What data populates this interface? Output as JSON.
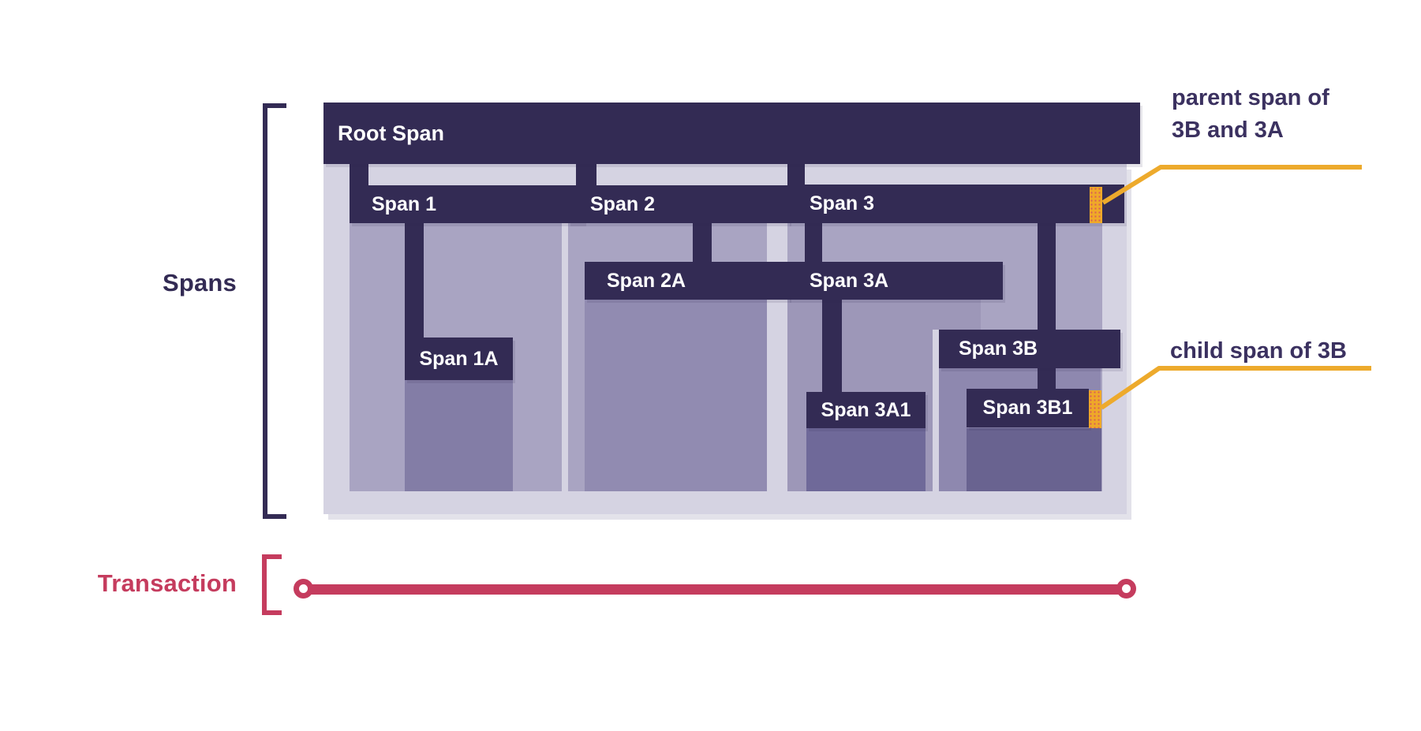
{
  "side_labels": {
    "spans": "Spans",
    "transaction": "Transaction"
  },
  "spans": {
    "root": "Root Span",
    "s1": "Span 1",
    "s1a": "Span 1A",
    "s2": "Span 2",
    "s2a": "Span 2A",
    "s3": "Span 3",
    "s3a": "Span 3A",
    "s3a1": "Span 3A1",
    "s3b": "Span 3B",
    "s3b1": "Span 3B1"
  },
  "annotations": {
    "parent_line1": "parent span of",
    "parent_line2": "3B and 3A",
    "child": "child span of 3B"
  },
  "colors": {
    "span_bar": "#332b54",
    "trace_background": "#d5d3e2",
    "fill_level1": "#a9a4c2",
    "fill_level2": "#918bb1",
    "fill_level3": "#6f6999",
    "highlight_cap": "#efa928",
    "leader_line": "#edaa2c",
    "transaction": "#c53c5e",
    "annotation_text": "#3b3160"
  }
}
